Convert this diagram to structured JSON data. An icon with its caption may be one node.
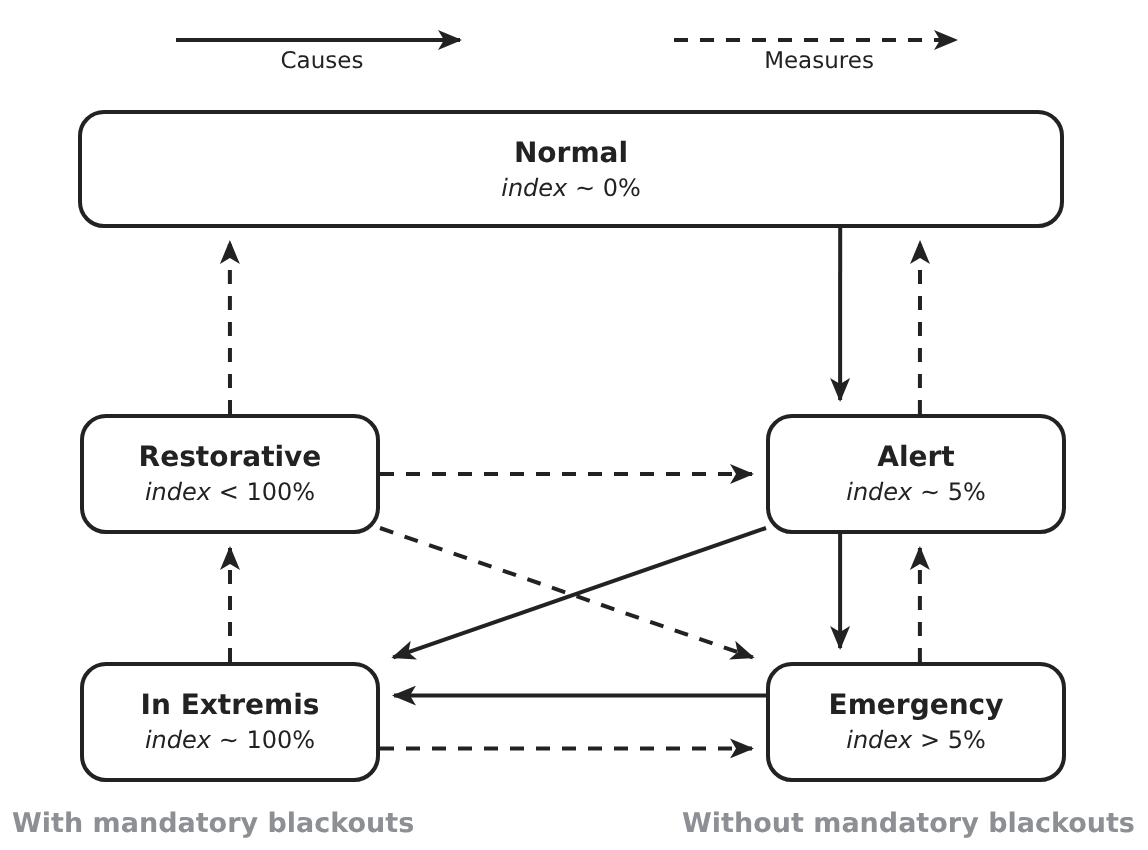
{
  "diagram": {
    "nodes": [
      {
        "text": [
          "Normal",
          "*index* ∼ 0%"
        ]
      },
      {
        "text": [
          "Restorative",
          "*index* < 100%"
        ]
      },
      {
        "text": [
          "Alert",
          "*index* ∼ 5%"
        ]
      },
      {
        "text": [
          "In Extremis",
          "*index* ∼ 100%"
        ]
      },
      {
        "text": [
          "Emergency",
          "*index* > 5%"
        ]
      }
    ],
    "edges": [
      {
        "from": 0,
        "to": 2,
        "arrow": "to"
      },
      {
        "from": 2,
        "to": 0,
        "arrow": "to",
        "style": "dashed"
      },
      {
        "from": 1,
        "to": 0,
        "arrow": "to",
        "style": "dashed"
      },
      {
        "from": 1,
        "to": 2,
        "arrow": "to",
        "style": "dashed"
      },
      {
        "from": 1,
        "to": 4,
        "arrow": "to",
        "style": "dashed"
      },
      {
        "from": 2,
        "to": 3,
        "arrow": "to"
      },
      {
        "from": 2,
        "to": 4,
        "arrow": "to"
      },
      {
        "from": 4,
        "to": 2,
        "arrow": "to",
        "style": "dashed"
      },
      {
        "from": 4,
        "to": 3,
        "arrow": "to"
      },
      {
        "from": 3,
        "to": 1,
        "arrow": "to",
        "style": "dashed"
      },
      {
        "from": 3,
        "to": 4,
        "arrow": "to",
        "style": "dashed"
      }
    ],
    "labels": [
      "With mandatory blackouts",
      "Without mandatory blackouts"
    ],
    "legend": [
      {
        "text": "Causes"
      },
      {
        "text": "Measures"
      }
    ]
  }
}
